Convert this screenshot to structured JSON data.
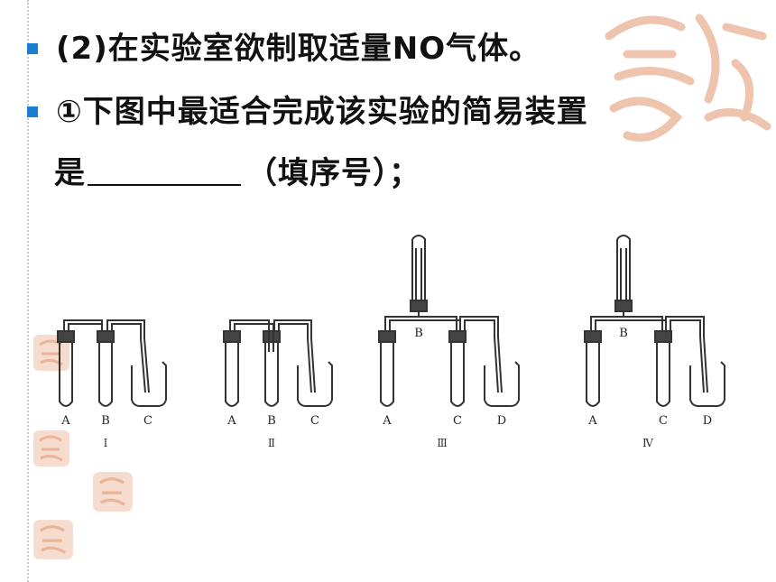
{
  "text": {
    "line1": "(2)在实验室欲制取适量NO气体。",
    "line2": " ①下图中最适合完成该实验的简易装置",
    "line3_prefix": "是",
    "line3_suffix": "（填序号）；"
  },
  "colors": {
    "bullet": "#1b7fd1",
    "text": "#111111",
    "watermark": "#e8b59a"
  },
  "figure": {
    "setups": [
      {
        "numeral": "Ⅰ",
        "labels": [
          "A",
          "B",
          "C"
        ]
      },
      {
        "numeral": "Ⅱ",
        "labels": [
          "A",
          "B",
          "C"
        ]
      },
      {
        "numeral": "Ⅲ",
        "labels": [
          "A",
          "B",
          "C",
          "D"
        ]
      },
      {
        "numeral": "Ⅳ",
        "labels": [
          "A",
          "B",
          "C",
          "D"
        ]
      }
    ]
  },
  "icons": {
    "bullet": "square-bullet-icon",
    "watermark": "auspicious-seal-icon"
  }
}
